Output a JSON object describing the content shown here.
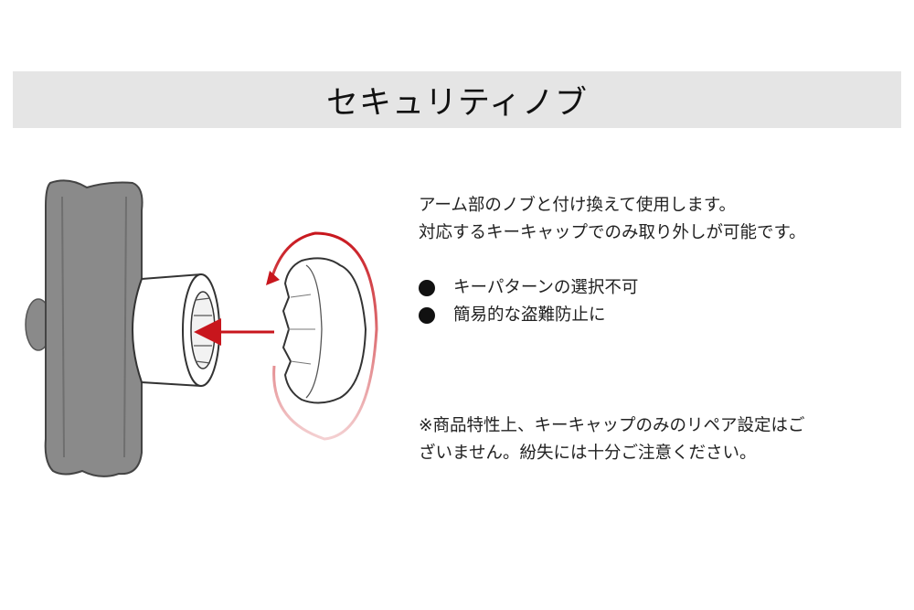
{
  "title": "セキュリティノブ",
  "intro": [
    "アーム部のノブと付け換えて使用します。",
    "対応するキーキャップでのみ取り外しが可能です。"
  ],
  "bullets": [
    "キーパターンの選択不可",
    "簡易的な盗難防止に"
  ],
  "note": [
    "※商品特性上、キーキャップのみのリペア設定はご",
    "ざいません。紛失には十分ご注意ください。"
  ],
  "colors": {
    "accent": "#c8161d",
    "title_bar": "#e5e5e5",
    "part_gray": "#8a8a8a"
  }
}
